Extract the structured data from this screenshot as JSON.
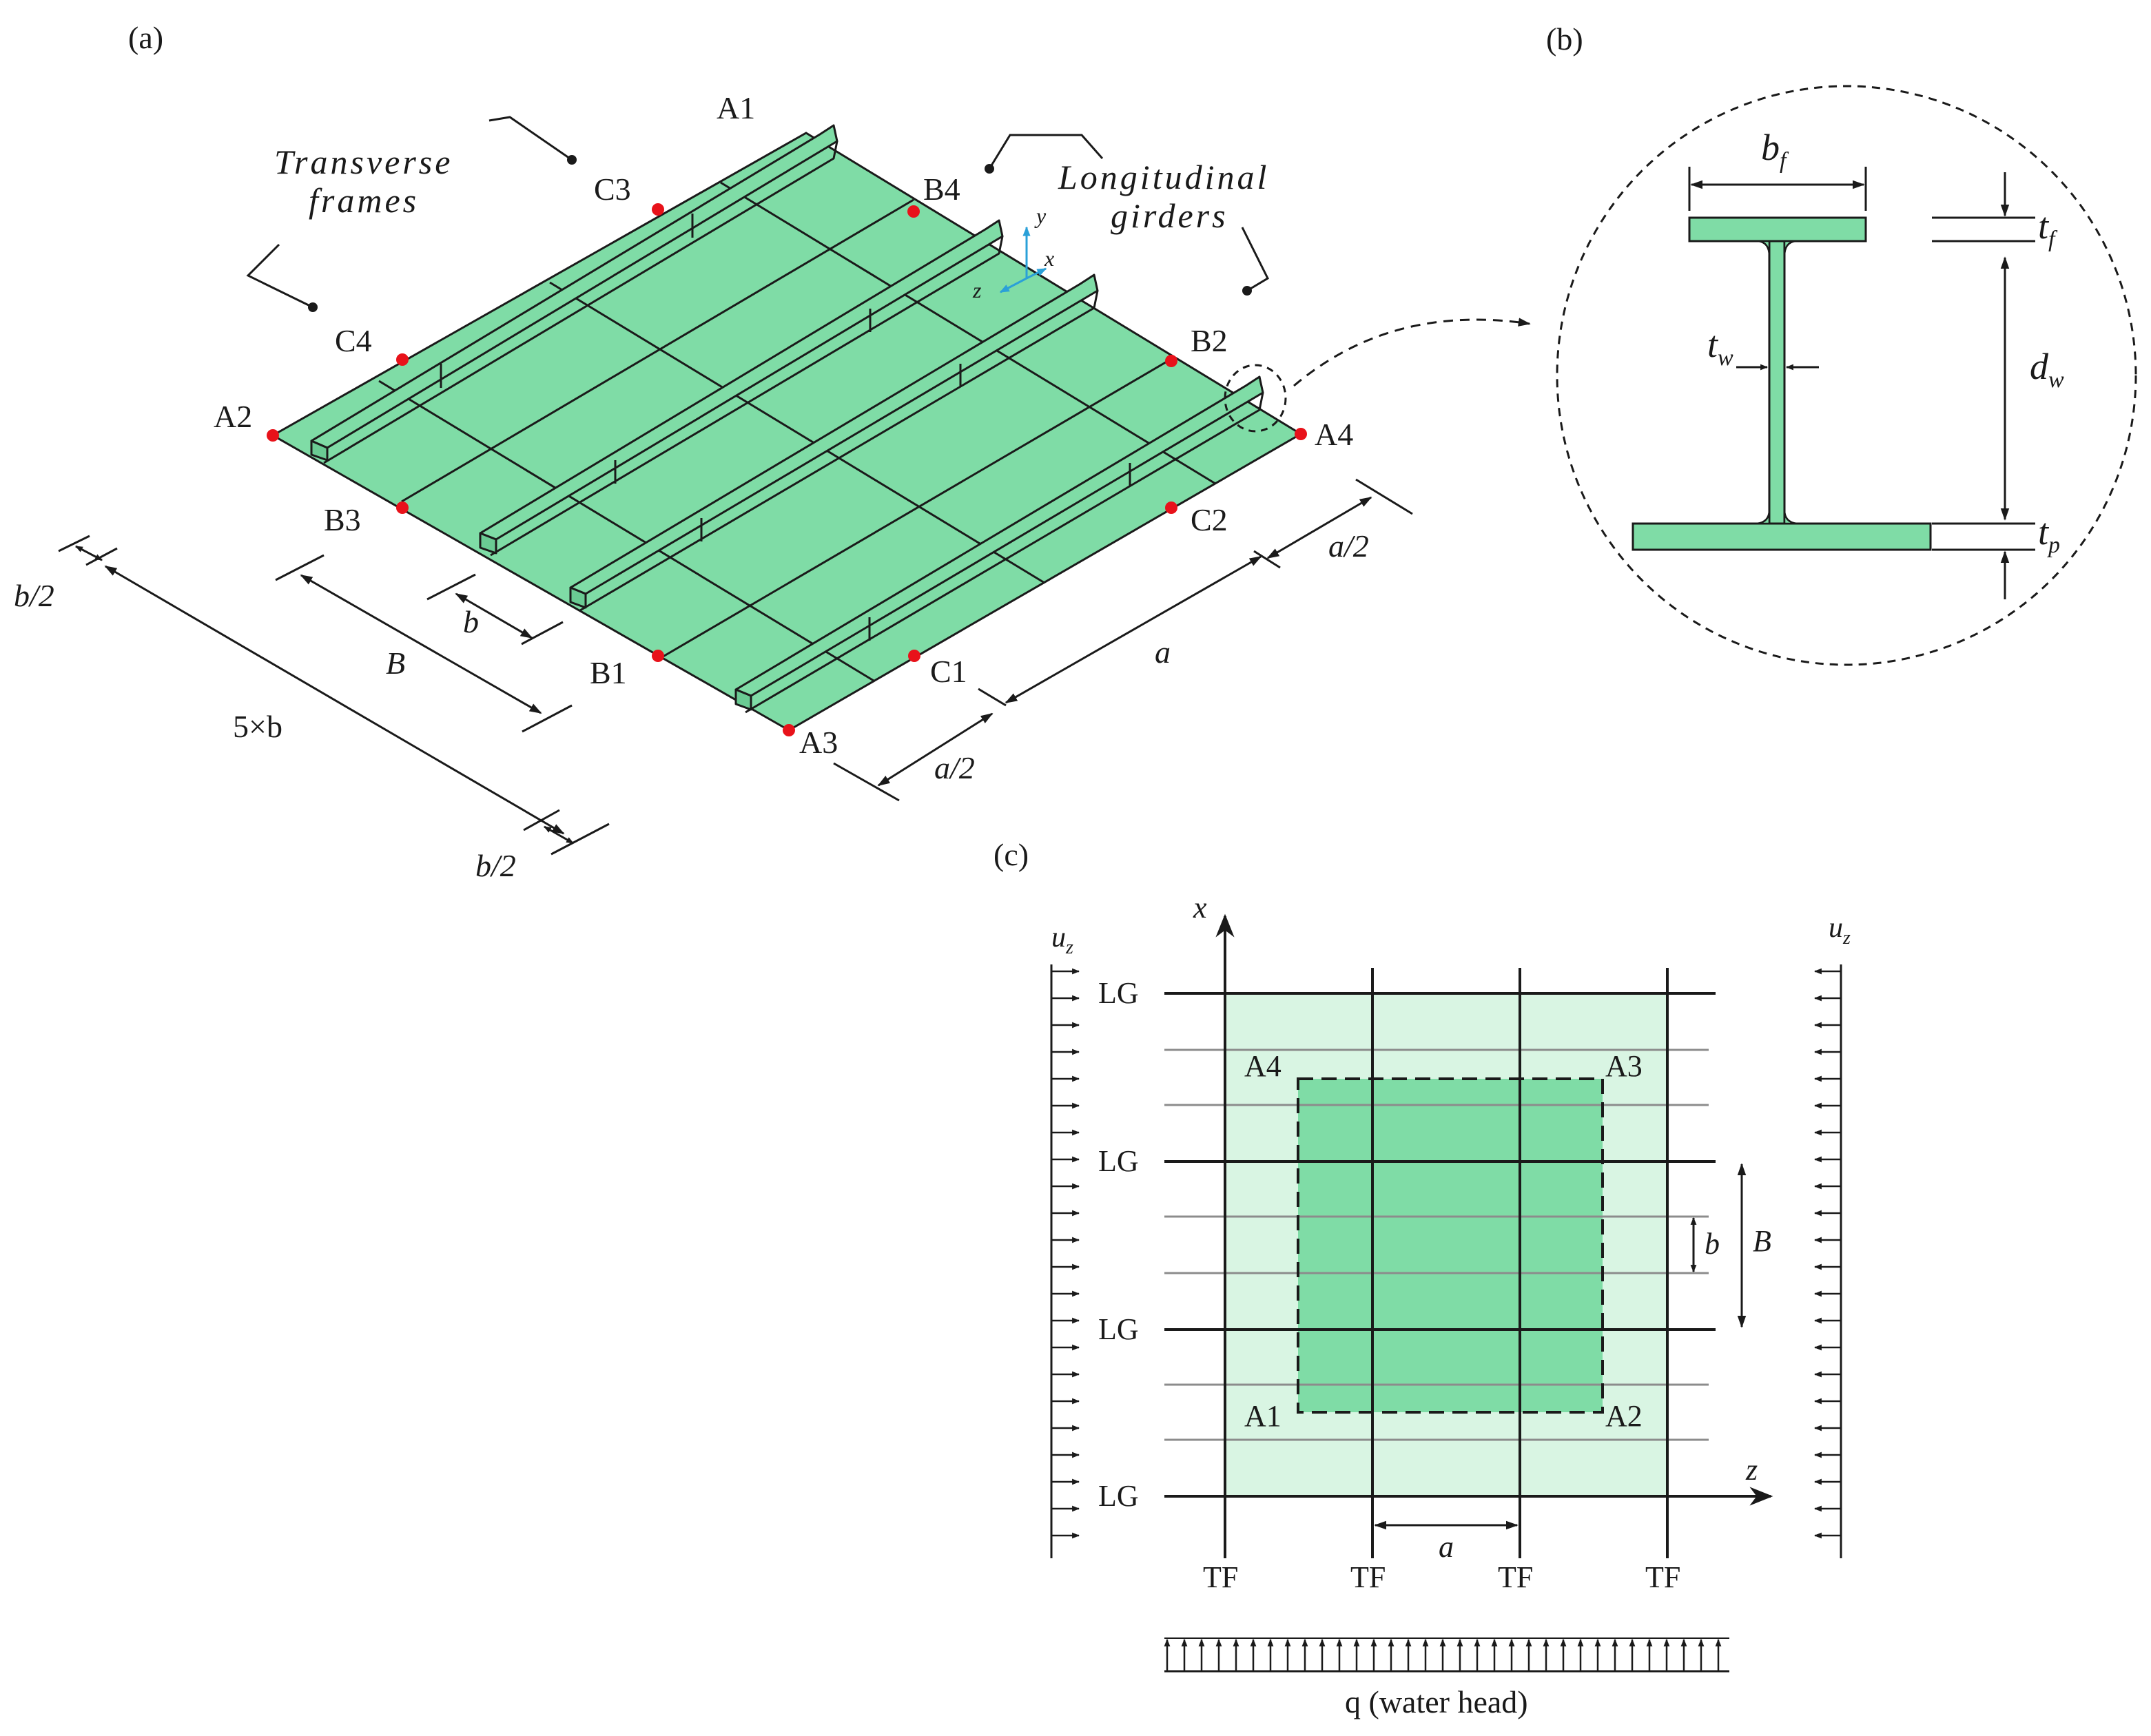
{
  "panels": {
    "a": "(a)",
    "b": "(b)",
    "c": "(c)"
  },
  "panel_a": {
    "callouts": {
      "transverse_1": "Transverse",
      "transverse_2": "frames",
      "longitudinal_1": "Longitudinal",
      "longitudinal_2": "girders"
    },
    "points": {
      "A1": "A1",
      "A2": "A2",
      "A3": "A3",
      "A4": "A4",
      "B1": "B1",
      "B2": "B2",
      "B3": "B3",
      "B4": "B4",
      "C1": "C1",
      "C2": "C2",
      "C3": "C3",
      "C4": "C4"
    },
    "axes": {
      "x": "x",
      "y": "y",
      "z": "z"
    },
    "dims": {
      "half_b_top": "b/2",
      "half_b_bottom": "b/2",
      "five_b": "5×b",
      "B": "B",
      "b": "b",
      "a": "a",
      "half_a_right": "a/2",
      "half_a_bottom": "a/2"
    }
  },
  "panel_b": {
    "labels": {
      "bf": "b",
      "bf_sub": "f",
      "tf": "t",
      "tf_sub": "f",
      "tw": "t",
      "tw_sub": "w",
      "dw": "d",
      "dw_sub": "w",
      "tp": "t",
      "tp_sub": "p"
    }
  },
  "panel_c": {
    "axes": {
      "x": "x",
      "z": "z"
    },
    "uz_left": "u",
    "uz_right": "u",
    "uz_sub": "z",
    "lg_labels": [
      "LG",
      "LG",
      "LG",
      "LG"
    ],
    "tf_labels": [
      "TF",
      "TF",
      "TF",
      "TF"
    ],
    "corners": {
      "A1": "A1",
      "A2": "A2",
      "A3": "A3",
      "A4": "A4"
    },
    "dims": {
      "a": "a",
      "b": "b",
      "B": "B"
    },
    "load": "q (water head)"
  },
  "colors": {
    "plate": "#7fdca6",
    "plate_light": "#d9f5e3",
    "marker": "#e8121a",
    "axis": "#2aa0d8",
    "line": "#1a1a1a"
  }
}
